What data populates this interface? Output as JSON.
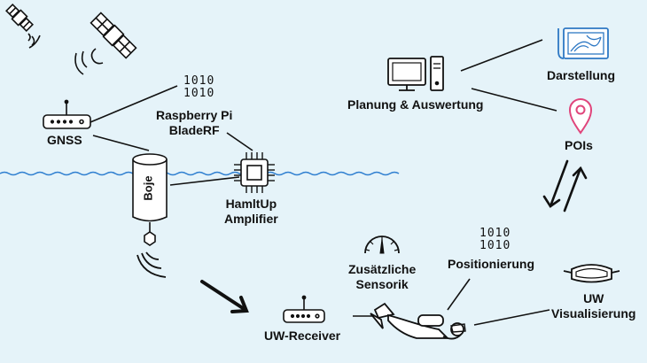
{
  "labels": {
    "gnss": "GNSS",
    "rpi_line1": "Raspberry Pi",
    "rpi_line2": "BladeRF",
    "boje": "Boje",
    "hamltup_line1": "HamltUp",
    "hamltup_line2": "Amplifier",
    "planung": "Planung & Auswertung",
    "darstellung": "Darstellung",
    "pois": "POIs",
    "zusaetzliche_line1": "Zusätzliche",
    "zusaetzliche_line2": "Sensorik",
    "positionierung": "Positionierung",
    "uw_receiver": "UW-Receiver",
    "uw_line1": "UW",
    "uw_line2": "Visualisierung"
  },
  "binary": {
    "line1": "1010",
    "line2": "1010"
  },
  "icons": [
    "satellite-icon",
    "router-icon",
    "buoy-icon",
    "chip-icon",
    "computer-icon",
    "map-icon",
    "location-pin-icon",
    "gauge-icon",
    "diver-icon",
    "goggles-icon",
    "signal-waves-icon"
  ],
  "colors": {
    "background": "#e5f3f9",
    "stroke": "#111111",
    "water": "#2f7fd0",
    "map_accent": "#2e78c4",
    "pin_accent": "#e0457b"
  }
}
